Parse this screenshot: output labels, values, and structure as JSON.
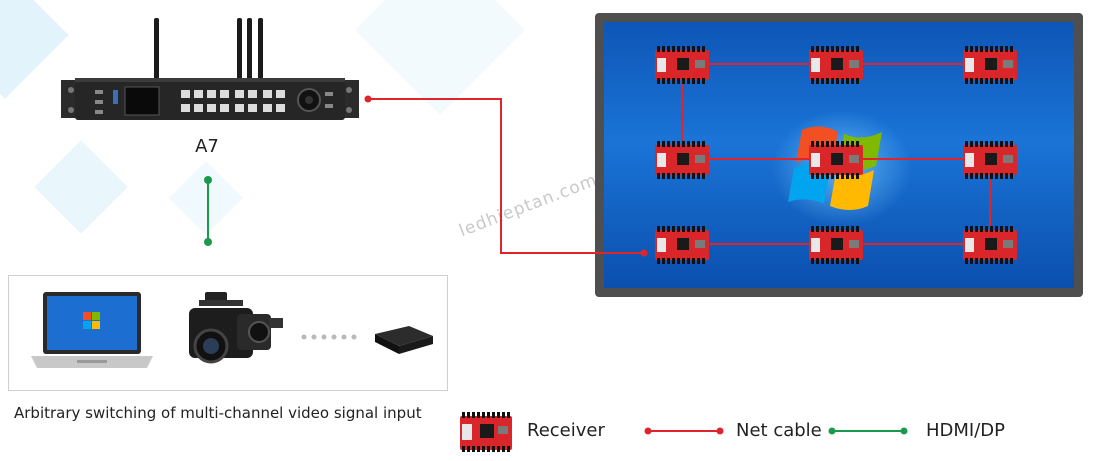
{
  "device": {
    "label": "A7"
  },
  "caption": "Arbitrary switching of multi-channel video signal input",
  "watermark": "ledhieptan.com",
  "legend": {
    "receiver": "Receiver",
    "net_cable": "Net cable",
    "hdmi_dp": "HDMI/DP"
  },
  "colors": {
    "net_cable": "#e0242b",
    "hdmi_dp": "#1a9a4b",
    "screen_bezel": "#4f4f4f",
    "receiver_board": "#d9262b"
  },
  "sources": [
    {
      "icon": "laptop-icon"
    },
    {
      "icon": "camcorder-icon"
    },
    {
      "icon": "ellipsis-icon"
    },
    {
      "icon": "media-box-icon"
    }
  ]
}
